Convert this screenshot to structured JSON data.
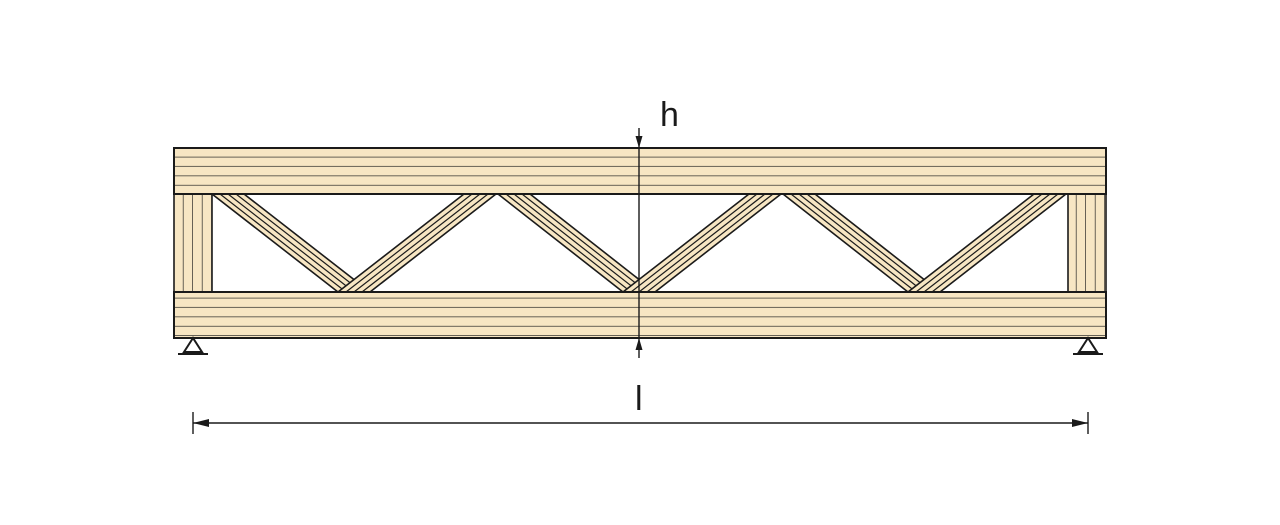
{
  "labels": {
    "height": "h",
    "length": "l"
  },
  "colors": {
    "wood": "#f7e6c3",
    "stroke": "#1a1a1a",
    "background": "#ffffff"
  },
  "truss": {
    "chord_lamellae": 5,
    "post_lamellae": 4,
    "diagonal_lamellae": 4,
    "panels": 6
  }
}
